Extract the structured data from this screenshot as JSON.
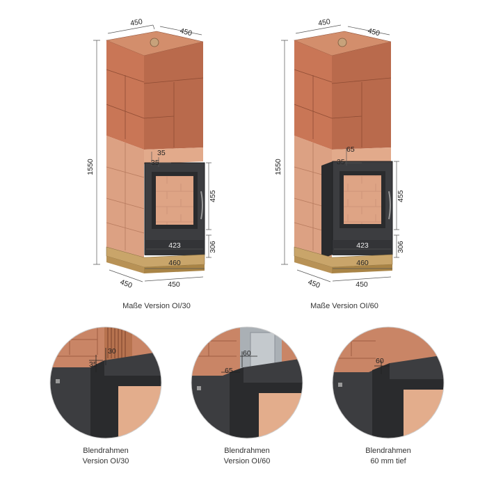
{
  "colors": {
    "brick": "#c9805f",
    "brick_dark": "#a45d44",
    "brick_light": "#e0a584",
    "metal": "#3c3d40",
    "metal_dark": "#2a2b2d",
    "glass_bg": "#efc2a4",
    "base": "#c9a56a",
    "line": "#555555"
  },
  "models": [
    {
      "caption": "Maße Version OI/30",
      "dims": {
        "top_width": "450",
        "top_depth": "450",
        "height": "1550",
        "frame_top": "35",
        "frame_side": "35",
        "door_height": "455",
        "bottom_height": "306",
        "inner_width": "423",
        "door_width": "460",
        "base_depth": "450",
        "base_width": "450"
      }
    },
    {
      "caption": "Maße Version OI/60",
      "dims": {
        "top_width": "450",
        "top_depth": "450",
        "height": "1550",
        "frame_top": "65",
        "frame_side": "35",
        "door_height": "455",
        "bottom_height": "306",
        "inner_width": "423",
        "door_width": "460",
        "base_depth": "450",
        "base_width": "450"
      }
    }
  ],
  "details": [
    {
      "line1": "Blendrahmen",
      "line2": "Version OI/30",
      "dim_a": "35",
      "dim_b": "30"
    },
    {
      "line1": "Blendrahmen",
      "line2": "Version OI/60",
      "dim_a": "65",
      "dim_b": "60"
    },
    {
      "line1": "Blendrahmen",
      "line2": "60 mm tief",
      "dim_a": "60"
    }
  ]
}
